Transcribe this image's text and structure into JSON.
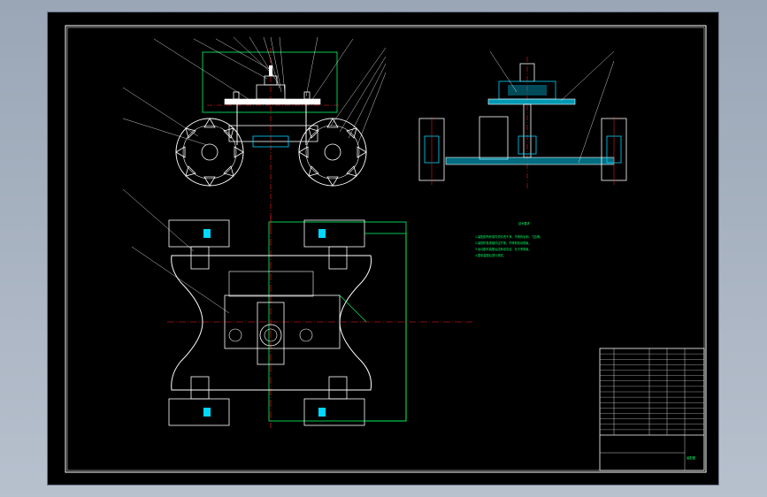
{
  "drawing": {
    "background": "#000000",
    "frame_color": "#ffffff",
    "accent_colors": {
      "outline": "#ffffff",
      "construction": "#00ff66",
      "centerline": "#ff2020",
      "hatch": "#00d8ff",
      "leader": "#ffffff"
    }
  },
  "technical_notes": {
    "heading": "技术要求",
    "lines": [
      "1.装配前所有零件须清洗干净，不得有毛刺、飞边等。",
      "2.装配时各紧固件应拧紧，不得有松动现象。",
      "3.运动部件装配后应转动灵活，无卡滞现象。",
      "4.整机装配后进行调试。"
    ]
  },
  "title_block": {
    "drawing_title": "装配图",
    "rows": 16
  }
}
